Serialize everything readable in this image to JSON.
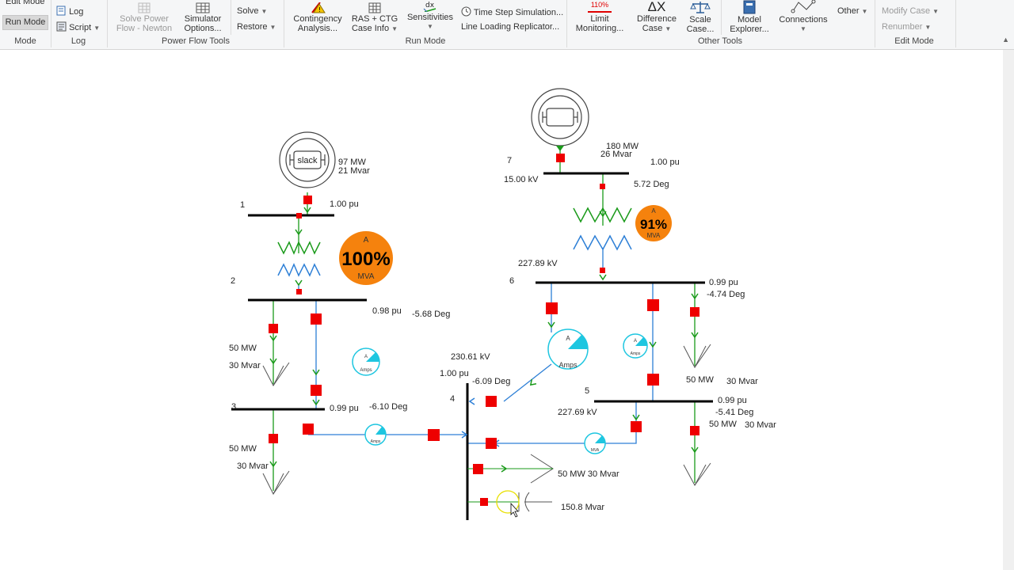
{
  "ribbon": {
    "mode": {
      "edit_mode": "Edit Mode",
      "run_mode": "Run Mode",
      "group": "Mode"
    },
    "log": {
      "log": "Log",
      "script": "Script",
      "group": "Log"
    },
    "power_flow": {
      "solve_pf_1": "Solve Power",
      "solve_pf_2": "Flow - Newton",
      "sim_opt_1": "Simulator",
      "sim_opt_2": "Options...",
      "solve": "Solve",
      "restore": "Restore",
      "group": "Power Flow Tools"
    },
    "run_mode": {
      "contingency_1": "Contingency",
      "contingency_2": "Analysis...",
      "ras_1": "RAS + CTG",
      "ras_2": "Case Info",
      "sens_1": "Sensitivities",
      "sens_icon_text": "dx",
      "time_step": "Time Step Simulation...",
      "line_loading": "Line Loading Replicator...",
      "group": "Run Mode"
    },
    "other_tools": {
      "limit_pct": "110%",
      "limit_1": "Limit",
      "limit_2": "Monitoring...",
      "diff_symbol": "ΔX",
      "diff_1": "Difference",
      "diff_2": "Case",
      "scale_1": "Scale",
      "scale_2": "Case...",
      "group": "Other Tools"
    },
    "model": {
      "model_1": "Model",
      "model_2": "Explorer...",
      "connections": "Connections",
      "other": "Other"
    },
    "edit_mode": {
      "modify_case": "Modify Case",
      "renumber": "Renumber",
      "group": "Edit Mode"
    }
  },
  "diagram": {
    "gen1": {
      "label": "slack",
      "mw": "97 MW",
      "mvar": "21 Mvar"
    },
    "bus1": {
      "num": "1",
      "pu": "1.00 pu"
    },
    "xf12": {
      "pct": "100%",
      "unit_a": "A",
      "unit_mva": "MVA"
    },
    "bus2": {
      "num": "2",
      "pu": "0.98 pu",
      "deg": "-5.68 Deg"
    },
    "load2": {
      "mw": "50 MW",
      "mvar": "30 Mvar"
    },
    "bus3": {
      "num": "3",
      "pu": "0.99 pu",
      "deg": "-6.10 Deg"
    },
    "load3": {
      "mw": "50 MW",
      "mvar": "30 Mvar"
    },
    "bus4": {
      "num": "4",
      "kv": "230.61 kV",
      "pu": "1.00 pu",
      "deg": "-6.09 Deg"
    },
    "load4": {
      "text": "50 MW  30 Mvar"
    },
    "shunt4": {
      "text": "150.8 Mvar"
    },
    "gen7": {
      "mw": "180 MW",
      "mvar": "26 Mvar"
    },
    "bus7": {
      "num": "7",
      "kv": "15.00 kV",
      "pu": "1.00 pu",
      "deg": "5.72 Deg"
    },
    "xf76": {
      "pct": "91%",
      "unit_a": "A",
      "unit_mva": "MVA"
    },
    "bus6": {
      "num": "6",
      "kv": "227.89 kV",
      "pu": "0.99 pu",
      "deg": "-4.74 Deg"
    },
    "load6": {
      "mw": "50 MW",
      "mvar": "30 Mvar"
    },
    "bus5": {
      "num": "5",
      "kv": "227.69 kV",
      "pu": "0.99 pu",
      "deg": "-5.41 Deg"
    },
    "load5": {
      "mw": "50 MW",
      "mvar": "30 Mvar"
    },
    "gauge_a": "A",
    "gauge_amps": "Amps",
    "gauge_mva": "MVA"
  },
  "colors": {
    "breaker": "#ee0000",
    "flow_green": "#1a9a1a",
    "line_blue": "#2d7fd6",
    "gauge_cyan": "#1ec6e0",
    "overload_orange": "#f5820d",
    "bus": "#000000"
  }
}
